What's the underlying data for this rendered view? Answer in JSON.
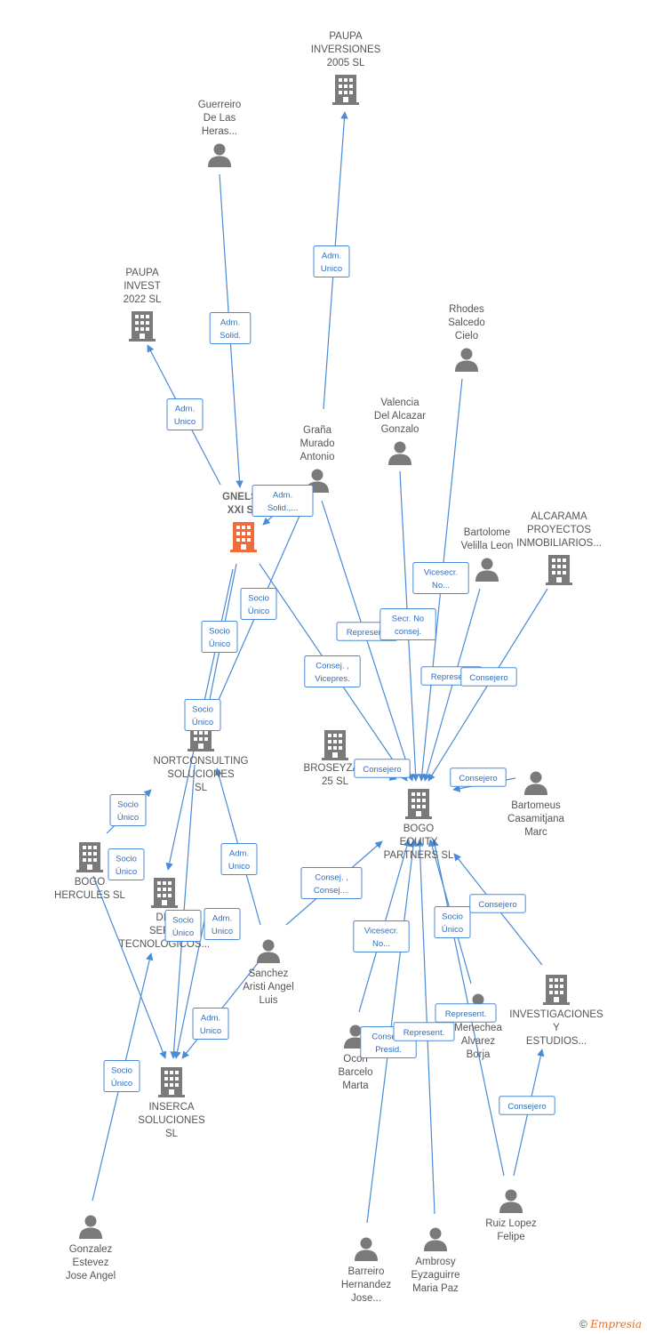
{
  "colors": {
    "edge": "#4a8ad6",
    "node": "#7a7a7a",
    "focus": "#f26b3a"
  },
  "nodes": [
    {
      "id": "paupa2005",
      "type": "company",
      "label": [
        "PAUPA",
        "INVERSIONES",
        "2005 SL"
      ]
    },
    {
      "id": "guerreiro",
      "type": "person",
      "label": [
        "Guerreiro",
        "De Las",
        "Heras..."
      ]
    },
    {
      "id": "paupa2022",
      "type": "company",
      "label": [
        "PAUPA",
        "INVEST",
        "2022  SL"
      ]
    },
    {
      "id": "rhodes",
      "type": "person",
      "label": [
        "Rhodes",
        "Salcedo",
        "Cielo"
      ]
    },
    {
      "id": "valencia",
      "type": "person",
      "label": [
        "Valencia",
        "Del Alcazar",
        "Gonzalo"
      ]
    },
    {
      "id": "grana",
      "type": "person",
      "label": [
        "Graña",
        "Murado",
        "Antonio"
      ]
    },
    {
      "id": "gnelsa",
      "type": "company_focus",
      "label": [
        "GNELSA",
        "XXI  SL"
      ]
    },
    {
      "id": "bartolome",
      "type": "person",
      "label": [
        "Bartolome",
        "Velilla Leon"
      ]
    },
    {
      "id": "alcarama",
      "type": "company",
      "label": [
        "ALCARAMA",
        "PROYECTOS",
        "INMOBILIARIOS..."
      ]
    },
    {
      "id": "nortconsulting",
      "type": "company",
      "label": [
        "NORTCONSULTING",
        "SOLUCIONES",
        "SL"
      ]
    },
    {
      "id": "broseyzac",
      "type": "company",
      "label": [
        "BROSEYZAC",
        "25  SL"
      ]
    },
    {
      "id": "bogoequity",
      "type": "company",
      "label": [
        "BOGO",
        "EQUITY",
        "PARTNERS  SL"
      ]
    },
    {
      "id": "bartomeus",
      "type": "person",
      "label": [
        "Bartomeus",
        "Casamitjana",
        "Marc"
      ]
    },
    {
      "id": "bogohercules",
      "type": "company",
      "label": [
        "BOGO",
        "HERCULES  SL"
      ]
    },
    {
      "id": "dis",
      "type": "company",
      "label": [
        "DIS",
        "SERVI",
        "TECNOLOGICOS..."
      ]
    },
    {
      "id": "sanchez",
      "type": "person",
      "label": [
        "Sanchez",
        "Aristi Angel",
        "Luis"
      ]
    },
    {
      "id": "investigaciones",
      "type": "company",
      "label": [
        "INVESTIGACIONES",
        "Y",
        "ESTUDIOS..."
      ]
    },
    {
      "id": "menechea",
      "type": "person",
      "label": [
        "Menechea",
        "Alvarez",
        "Borja"
      ]
    },
    {
      "id": "ocon",
      "type": "person",
      "label": [
        "Ocon",
        "Barcelo",
        "Marta"
      ]
    },
    {
      "id": "inserca",
      "type": "company",
      "label": [
        "INSERCA",
        "SOLUCIONES",
        "SL"
      ]
    },
    {
      "id": "ruiz",
      "type": "person",
      "label": [
        "Ruiz Lopez",
        "Felipe"
      ]
    },
    {
      "id": "gonzalez",
      "type": "person",
      "label": [
        "Gonzalez",
        "Estevez",
        "Jose Angel"
      ]
    },
    {
      "id": "barreiro",
      "type": "person",
      "label": [
        "Barreiro",
        "Hernandez",
        "Jose..."
      ]
    },
    {
      "id": "ambrosy",
      "type": "person",
      "label": [
        "Ambrosy",
        "Eyzaguirre",
        "Maria Paz"
      ]
    }
  ],
  "edges": [
    {
      "from": "grana",
      "to": "paupa2005",
      "label": [
        "Adm.",
        "Unico"
      ]
    },
    {
      "from": "guerreiro",
      "to": "gnelsa",
      "label": [
        "Adm.",
        "Solid."
      ]
    },
    {
      "from": "gnelsa",
      "to": "paupa2022",
      "label": [
        "Adm.",
        "Unico"
      ]
    },
    {
      "from": "grana",
      "to": "gnelsa",
      "label": [
        "Adm.",
        "Solid.,..."
      ]
    },
    {
      "from": "gnelsa",
      "to": "nortconsulting",
      "label": [
        "Socio",
        "Único"
      ]
    },
    {
      "from": "grana",
      "to": "nortconsulting",
      "label": [
        "Socio",
        "Único"
      ]
    },
    {
      "from": "gnelsa",
      "to": "dis",
      "label": [
        "Socio",
        "Único"
      ]
    },
    {
      "from": "gnelsa",
      "to": "bogoequity",
      "label": [
        "Consej. ,",
        "Vicepres."
      ]
    },
    {
      "from": "grana",
      "to": "bogoequity",
      "label": [
        "Represent."
      ]
    },
    {
      "from": "valencia",
      "to": "bogoequity",
      "label": [
        "Secr.  No",
        "consej."
      ]
    },
    {
      "from": "rhodes",
      "to": "bogoequity",
      "label": [
        "Vicesecr.",
        "No..."
      ]
    },
    {
      "from": "bartolome",
      "to": "bogoequity",
      "label": [
        "Represent."
      ]
    },
    {
      "from": "alcarama",
      "to": "bogoequity",
      "label": [
        "Consejero"
      ]
    },
    {
      "from": "broseyzac",
      "to": "bogoequity",
      "label": [
        "Consejero"
      ]
    },
    {
      "from": "bartomeus",
      "to": "bogoequity",
      "label": [
        "Consejero"
      ]
    },
    {
      "from": "sanchez",
      "to": "bogoequity",
      "label": [
        "Consej. ,",
        "Consej...."
      ]
    },
    {
      "from": "sanchez",
      "to": "nortconsulting",
      "label": [
        "Adm.",
        "Unico"
      ]
    },
    {
      "from": "sanchez",
      "to": "inserca",
      "label": [
        "Adm.",
        "Unico"
      ]
    },
    {
      "from": "bogohercules",
      "to": "nortconsulting",
      "label": [
        "Socio",
        "Único"
      ]
    },
    {
      "from": "bogohercules",
      "to": "inserca",
      "label": [
        "Socio",
        "Único"
      ]
    },
    {
      "from": "nortconsulting",
      "to": "inserca",
      "label": [
        "Socio",
        "Único"
      ]
    },
    {
      "from": "dis",
      "to": "inserca",
      "label": [
        "Adm.",
        "Unico"
      ]
    },
    {
      "from": "gonzalez",
      "to": "dis",
      "label": [
        "Socio",
        "Único"
      ]
    },
    {
      "from": "ocon",
      "to": "bogoequity",
      "label": [
        "Vicesecr.",
        "No..."
      ]
    },
    {
      "from": "barreiro",
      "to": "bogoequity",
      "label": [
        "Consej. ,",
        "Presid."
      ]
    },
    {
      "from": "ambrosy",
      "to": "bogoequity",
      "label": [
        "Represent."
      ]
    },
    {
      "from": "menechea",
      "to": "bogoequity",
      "label": [
        "Socio",
        "Único"
      ]
    },
    {
      "from": "ruiz",
      "to": "bogoequity",
      "label": [
        "Represent."
      ]
    },
    {
      "from": "investigaciones",
      "to": "bogoequity",
      "label": [
        "Consejero"
      ]
    },
    {
      "from": "ruiz",
      "to": "investigaciones",
      "label": [
        "Consejero"
      ]
    }
  ],
  "copyright": {
    "symbol": "©",
    "brand": "Empresia"
  }
}
